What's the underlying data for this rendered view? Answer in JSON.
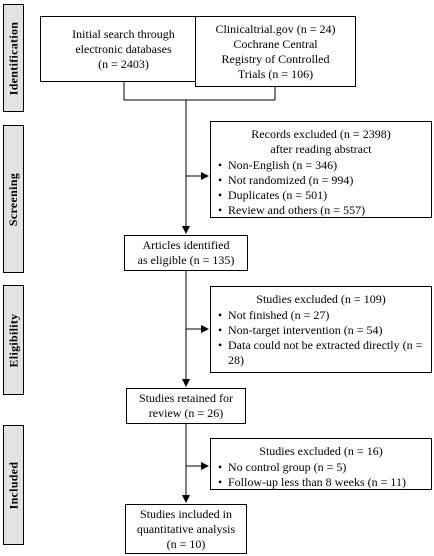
{
  "stages": {
    "identification": "Identification",
    "screening": "Screening",
    "eligibility": "Eligibility",
    "included": "Included"
  },
  "boxes": {
    "initial_search": [
      "Initial search through",
      "electronic databases",
      "(n = 2403)"
    ],
    "registries": [
      "Clinicaltrial.gov (n = 24)",
      "Cochrane Central",
      "Registry of Controlled",
      "Trials (n = 106)"
    ],
    "eligible": [
      "Articles identified",
      "as eligible (n = 135)"
    ],
    "retained": [
      "Studies retained for",
      "review (n = 26)"
    ],
    "final": [
      "Studies included in",
      "quantitative analysis",
      "(n = 10)"
    ]
  },
  "exclusions": {
    "screening": {
      "title": [
        "Records excluded (n = 2398)",
        "after reading abstract"
      ],
      "items": [
        "Non-English (n = 346)",
        "Not randomized (n = 994)",
        "Duplicates (n = 501)",
        "Review and others (n = 557)"
      ]
    },
    "eligibility": {
      "title": [
        "Studies excluded (n = 109)"
      ],
      "items": [
        "Not finished (n = 27)",
        "Non-target intervention (n = 54)",
        "Data could not be extracted directly (n = 28)"
      ]
    },
    "included": {
      "title": [
        "Studies excluded (n = 16)"
      ],
      "items": [
        "No control group (n = 5)",
        "Follow-up less than 8 weeks (n = 11)"
      ]
    }
  }
}
